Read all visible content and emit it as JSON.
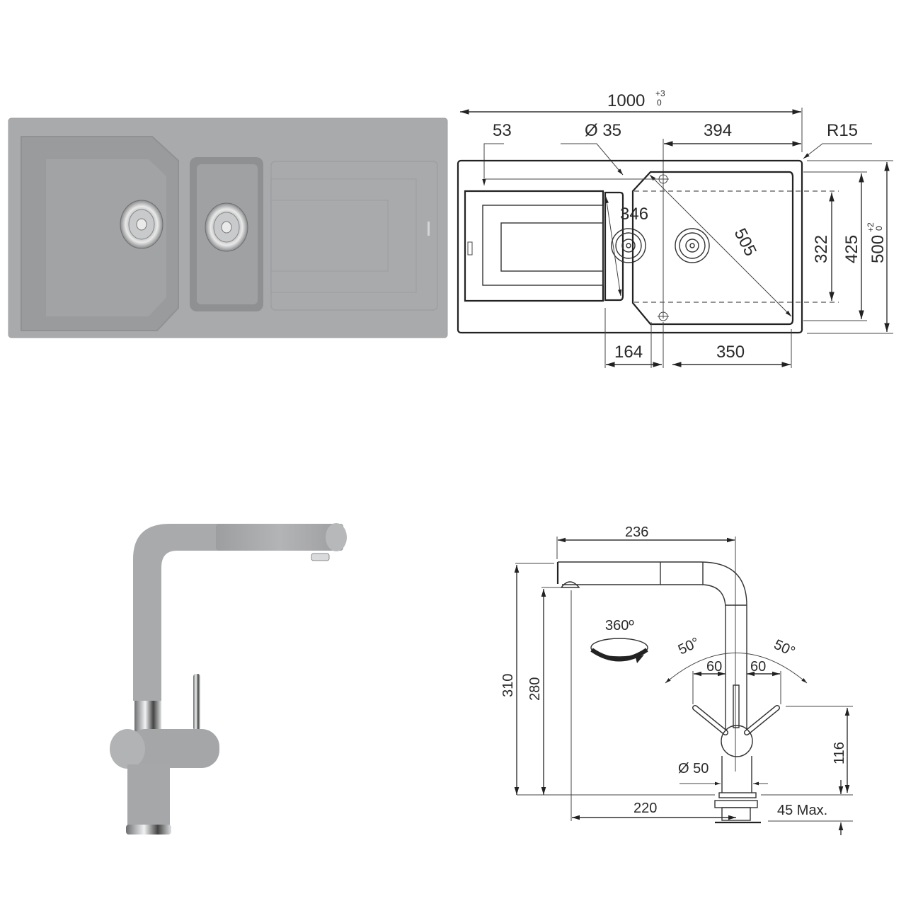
{
  "sink_photo": {
    "caption": "",
    "color": "#a9aaac",
    "bowl_color": "#8d8e90"
  },
  "sink_drawing": {
    "overall_width": {
      "value": "1000",
      "tol_plus": "+3",
      "tol_minus": "0"
    },
    "overall_depth": {
      "value": "500",
      "tol_plus": "+2",
      "tol_minus": "0"
    },
    "edge_offset": "53",
    "tap_hole": "Ø 35",
    "main_bowl_offset": "394",
    "corner_radius": "R15",
    "small_bowl_diagonal": "346",
    "main_bowl_diagonal": "505",
    "bowl_depth_inner": "322",
    "bowl_depth_outer": "425",
    "small_bowl_width": "164",
    "main_bowl_width": "350"
  },
  "tap_photo": {
    "color": "#a9aaac",
    "chrome": "#d8dadc"
  },
  "tap_drawing": {
    "reach": "236",
    "total_height": "310",
    "spout_height": "280",
    "rotation": "360º",
    "lever_angle_left": "50°",
    "lever_angle_right": "50°",
    "lever_offset_left": "60",
    "lever_offset_right": "60",
    "lever_height": "116",
    "base_diameter": "Ø 50",
    "spout_to_center": "220",
    "max_worktop": "45 Max."
  }
}
